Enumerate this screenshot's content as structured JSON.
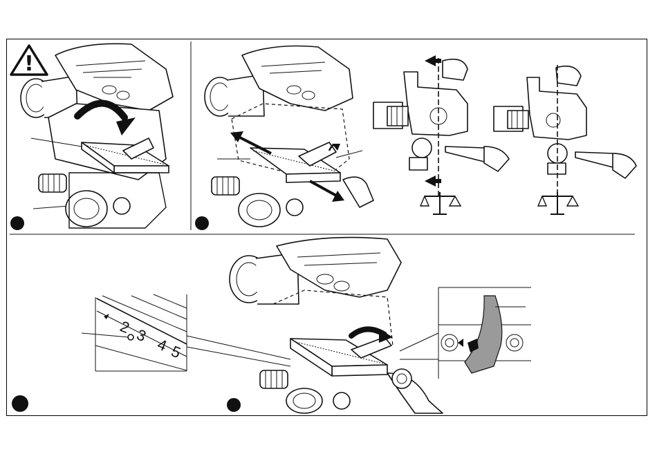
{
  "panels": [
    {
      "id": "panel-1",
      "step_marker": "filled-circle"
    },
    {
      "id": "panel-2",
      "step_marker": "filled-circle"
    },
    {
      "id": "panel-3",
      "step_marker": "filled-circle"
    },
    {
      "id": "panel-4",
      "step_marker": "filled-circle"
    }
  ],
  "warning": {
    "symbol": "!",
    "icon": "warning-triangle-icon"
  },
  "ruler_scale": {
    "marks": [
      "2",
      "3",
      "4",
      "5"
    ]
  },
  "balance_icons": [
    "balance-scale-icon",
    "balance-scale-icon"
  ],
  "colors": {
    "line": "#111111",
    "lever_fill": "#9a9a9a",
    "background": "#ffffff"
  }
}
